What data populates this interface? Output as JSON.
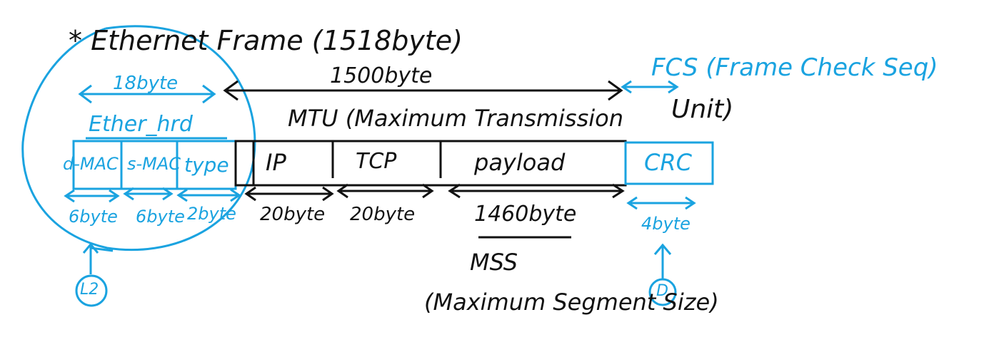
{
  "colors": {
    "ink_black": "#111111",
    "ink_blue": "#1aa3e0"
  },
  "title": "* Ethernet Frame (1518byte)",
  "mtu": {
    "size_label": "1500byte",
    "line1": "MTU (Maximum Transmission",
    "line2": "Unit)"
  },
  "fcs": {
    "label": "FCS (Frame Check Seq)"
  },
  "ether_header": {
    "size_label": "18byte",
    "name": "Ether_hrd",
    "fields": [
      {
        "label": "d-MAC",
        "size": "6byte"
      },
      {
        "label": "s-MAC",
        "size": "6byte"
      },
      {
        "label": "type",
        "size": "2byte"
      }
    ],
    "note_marker": "L2"
  },
  "payload_segments": [
    {
      "label": "IP",
      "size": "20byte"
    },
    {
      "label": "TCP",
      "size": "20byte"
    },
    {
      "label": "payload",
      "size": "1460byte"
    }
  ],
  "crc": {
    "label": "CRC",
    "size": "4byte",
    "note_marker": "D"
  },
  "mss": {
    "line1": "MSS",
    "line2": "(Maximum Segment Size)"
  }
}
